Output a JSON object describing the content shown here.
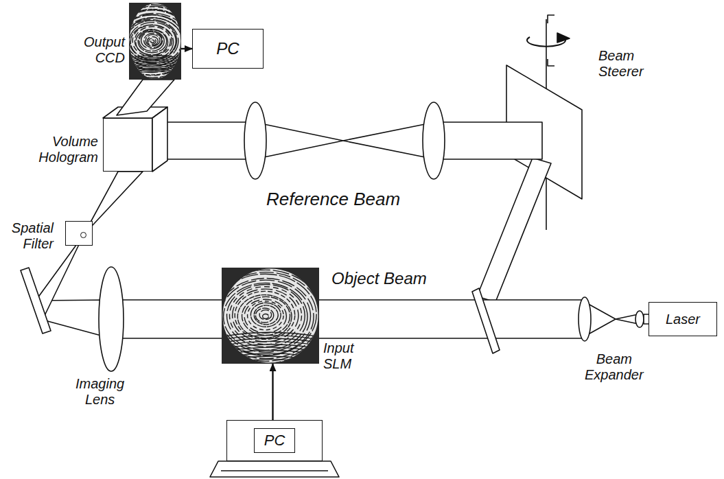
{
  "diagram": {
    "nodes": [
      {
        "text": [
          "Output CCD"
        ]
      },
      {
        "text": [
          "PC"
        ]
      },
      {
        "text": [
          "Volume Hologram"
        ]
      },
      {
        "text": [
          "Spatial Filter"
        ]
      },
      {
        "text": [
          "Input SLM"
        ]
      },
      {
        "text": [
          "Laser"
        ]
      },
      {
        "text": [
          "PC"
        ]
      }
    ],
    "edges": [
      {
        "from": 0,
        "to": 1,
        "arrow": "to"
      },
      {
        "from": 6,
        "to": 4,
        "arrow": "to"
      }
    ],
    "labels": [
      "Beam Steerer",
      "Reference Beam",
      "Object Beam",
      "Imaging Lens",
      "Beam Expander"
    ]
  }
}
